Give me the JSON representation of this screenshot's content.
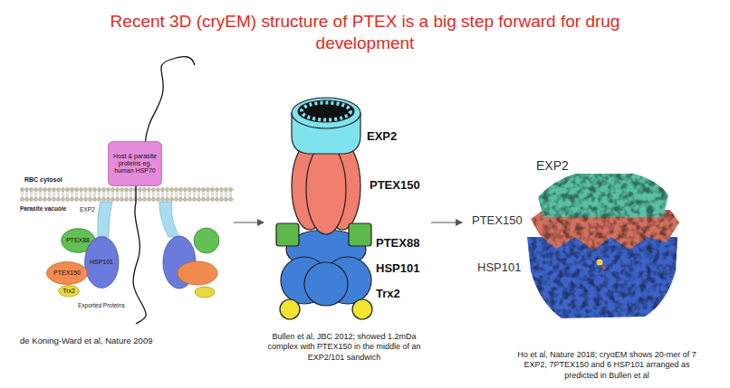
{
  "diagram": {
    "title": "Recent 3D (cryEM) structure of PTEX is a big step forward for drug development",
    "nodes": [
      {
        "text": [
          "Host & parasite proteins eg. human HSP70"
        ]
      },
      {
        "text": [
          "PTEX88"
        ]
      },
      {
        "text": [
          "HSP101"
        ]
      },
      {
        "text": [
          "PTEX150"
        ]
      },
      {
        "text": [
          "Trx2"
        ]
      }
    ],
    "labels": [
      "RBC cytosol",
      "Parasite vacuole",
      "EXP2",
      "Exported Proteins",
      "de Koning-Ward et al, Nature 2009",
      "EXP2",
      "PTEX150",
      "PTEX88",
      "HSP101",
      "Trx2",
      "Bullen et al, JBC 2012; showed 1.2mDa complex with PTEX150 in the middle of an EXP2/101 sandwich",
      "EXP2",
      "PTEX150",
      "HSP101",
      "Ho et al, Nature 2018; cryoEM shows 20-mer of 7 EXP2, 7PTEX150 and 6 HSP101 arranged as predicted in Bullen et al"
    ]
  }
}
